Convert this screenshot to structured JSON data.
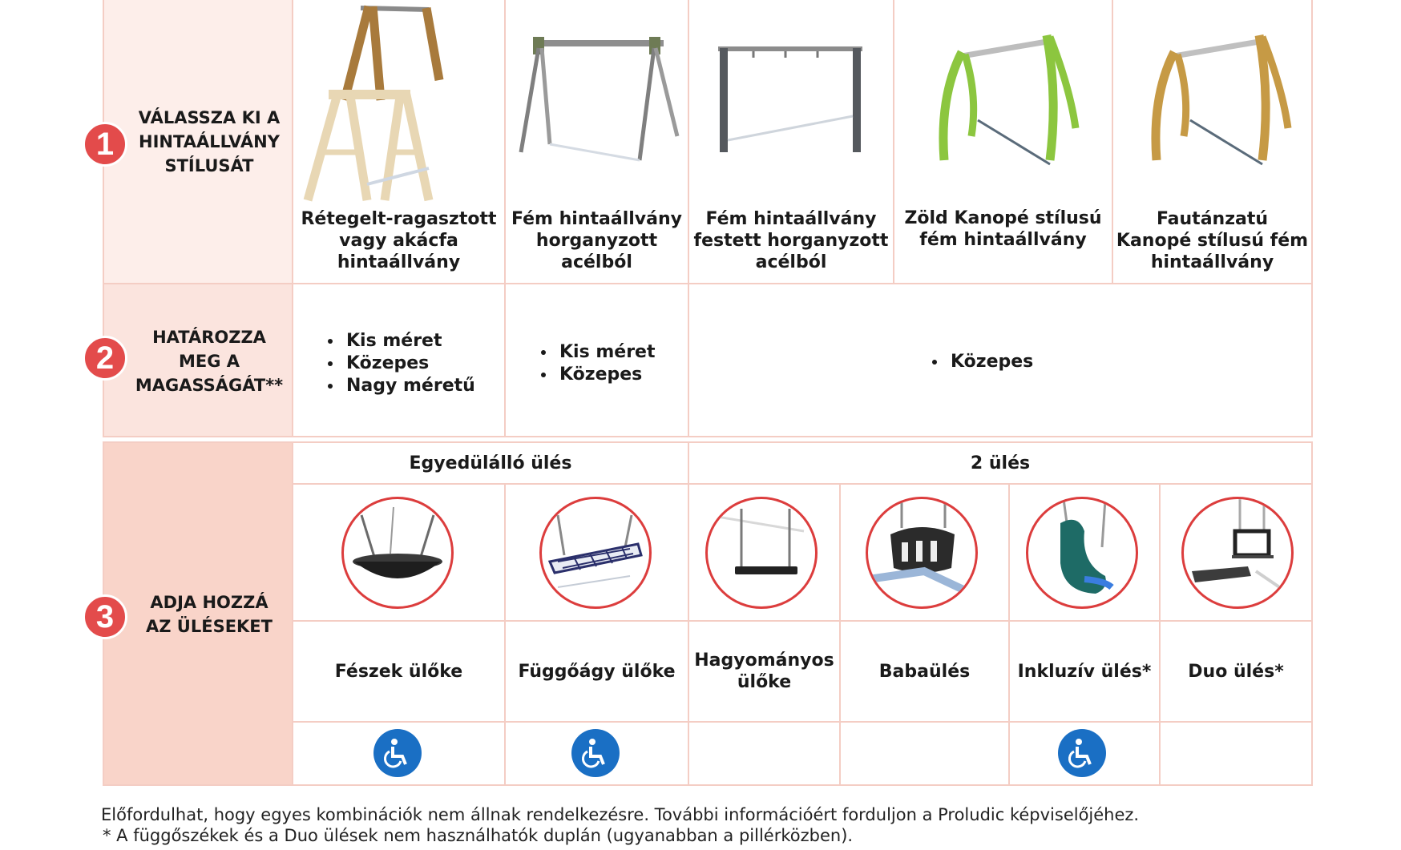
{
  "steps": [
    {
      "number": "1",
      "label_lines": [
        "VÁLASSZA KI A",
        "HINTAÁLLVÁNY",
        "STÍLUSÁT"
      ]
    },
    {
      "number": "2",
      "label_lines": [
        "HATÁROZZA",
        "MEG A",
        "MAGASSÁGÁT**"
      ]
    },
    {
      "number": "3",
      "label_lines": [
        "ADJA HOZZÁ",
        "AZ ÜLÉSEKET"
      ]
    }
  ],
  "frames": [
    {
      "icon": "wooden-swing-frame-icon",
      "caption_lines": [
        "Rétegelt-ragasztott",
        "vagy akácfa",
        "hintaállvány"
      ]
    },
    {
      "icon": "metal-swing-frame-icon",
      "caption_lines": [
        "Fém hintaállvány",
        "horganyzott",
        "acélból"
      ]
    },
    {
      "icon": "painted-metal-swing-frame-icon",
      "caption_lines": [
        "Fém hintaállvány",
        "festett horganyzott",
        "acélból"
      ]
    },
    {
      "icon": "green-canopy-swing-frame-icon",
      "caption_lines": [
        "Zöld Kanopé stílusú",
        "fém hintaállvány"
      ]
    },
    {
      "icon": "wood-look-canopy-swing-frame-icon",
      "caption_lines": [
        "Fautánzatú",
        "Kanopé stílusú fém",
        "hintaállvány"
      ]
    }
  ],
  "heights": [
    {
      "items": [
        "Kis méret",
        "Közepes",
        "Nagy méretű"
      ]
    },
    {
      "items": [
        "Kis méret",
        "Közepes"
      ]
    },
    {
      "items": [
        "Közepes"
      ]
    }
  ],
  "seat_groups": {
    "single": "Egyedülálló ülés",
    "double": "2 ülés"
  },
  "seats": [
    {
      "icon": "nest-seat-icon",
      "name_lines": [
        "Fészek ülőke"
      ],
      "accessible": true
    },
    {
      "icon": "hammock-seat-icon",
      "name_lines": [
        "Függőágy ülőke"
      ],
      "accessible": true
    },
    {
      "icon": "flat-seat-icon",
      "name_lines": [
        "Hagyományos",
        "ülőke"
      ],
      "accessible": false
    },
    {
      "icon": "baby-seat-icon",
      "name_lines": [
        "Babaülés"
      ],
      "accessible": false
    },
    {
      "icon": "inclusive-seat-icon",
      "name_lines": [
        "Inkluzív ülés*"
      ],
      "accessible": true
    },
    {
      "icon": "duo-seat-icon",
      "name_lines": [
        "Duo ülés*"
      ],
      "accessible": false
    }
  ],
  "accessibility_icon": "wheelchair-icon",
  "footnotes": [
    "Előfordulhat, hogy egyes kombinációk nem állnak rendelkezésre. További információért forduljon a Proludic képviselőjéhez.",
    "* A függőszékek és a Duo ülések nem használhatók duplán (ugyanabban a pillérközben)."
  ],
  "colors": {
    "accent_red": "#e34b4b",
    "step_bg": "#fbe4de",
    "access_blue": "#1a6fc4",
    "canopy_green": "#8cc63f"
  }
}
